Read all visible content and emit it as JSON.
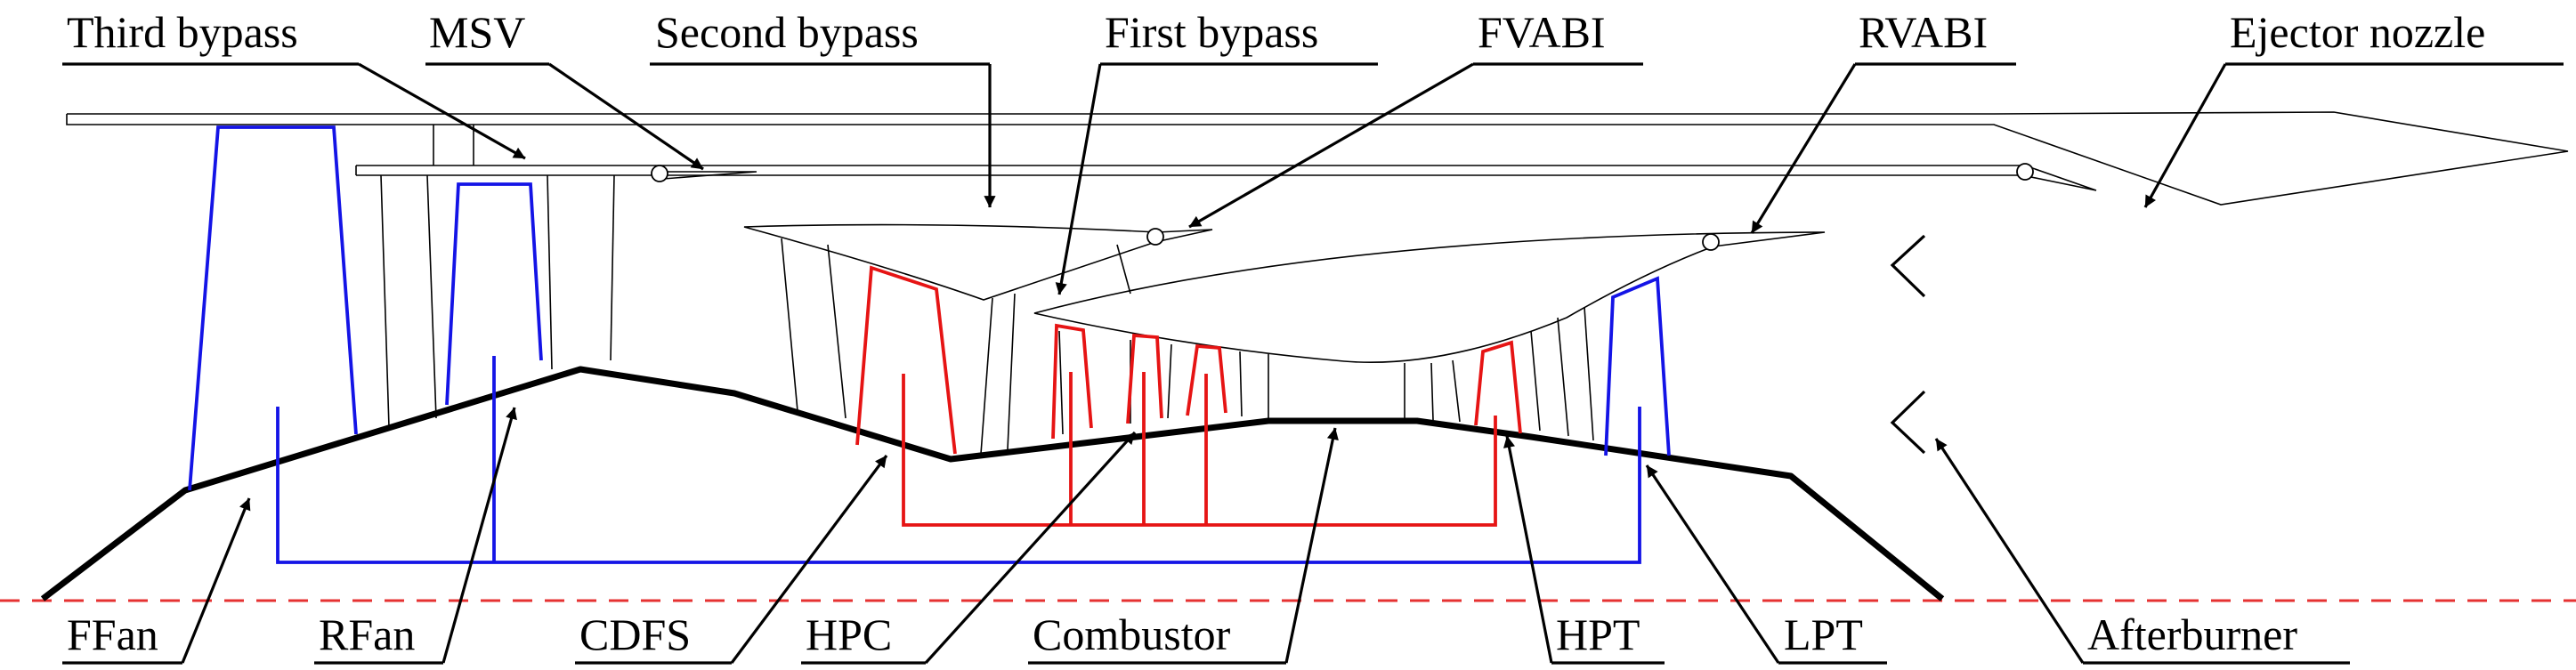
{
  "labels": {
    "third_bypass": "Third bypass",
    "msv": "MSV",
    "second_bypass": "Second bypass",
    "first_bypass": "First bypass",
    "fvabi": "FVABI",
    "rvabi": "RVABI",
    "ejector_nozzle": "Ejector nozzle",
    "ffan": "FFan",
    "rfan": "RFan",
    "cdfs": "CDFS",
    "hpc": "HPC",
    "combustor": "Combustor",
    "hpt": "HPT",
    "lpt": "LPT",
    "afterburner": "Afterburner"
  },
  "colors": {
    "low_pressure_spool": "#1414e6",
    "high_pressure_spool": "#e61414",
    "centerline": "#e63232",
    "outline": "#000000"
  }
}
